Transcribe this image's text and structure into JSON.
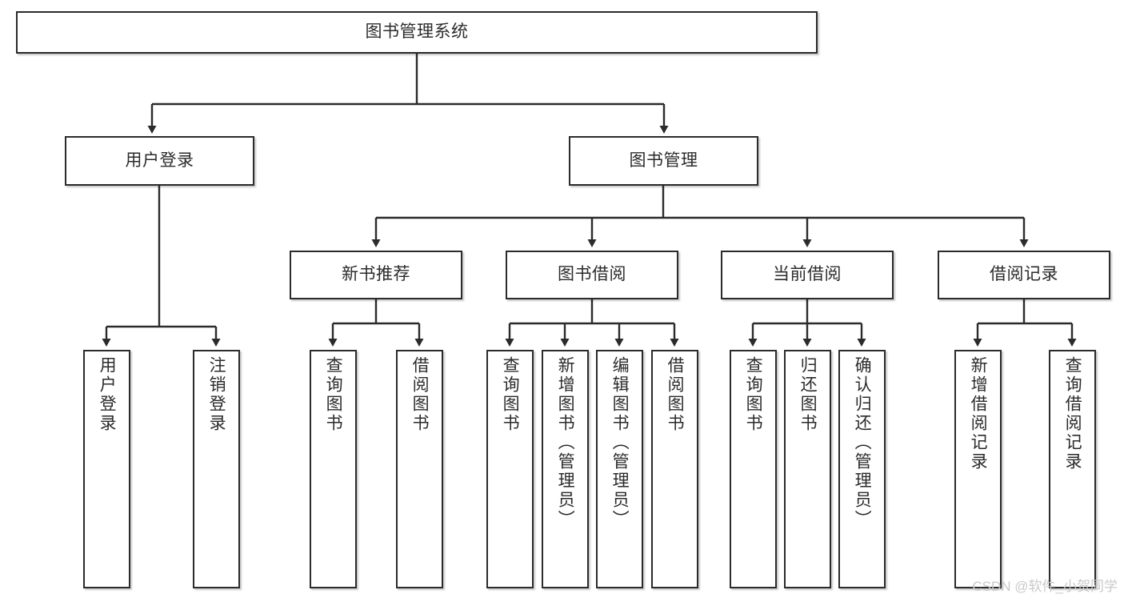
{
  "diagram": {
    "title": "图书管理系统",
    "type": "tree-hierarchy",
    "line_color": "#2b2b2b",
    "box_fill": "#ffffff",
    "text_color": "#2b2b2b"
  },
  "nodes": {
    "root": {
      "label": "图书管理系统"
    },
    "level2": [
      {
        "label": "用户登录"
      },
      {
        "label": "图书管理"
      }
    ],
    "level3": [
      {
        "label": "新书推荐"
      },
      {
        "label": "图书借阅"
      },
      {
        "label": "当前借阅"
      },
      {
        "label": "借阅记录"
      }
    ],
    "leaves": [
      {
        "label": "用户登录"
      },
      {
        "label": "注销登录"
      },
      {
        "label": "查询图书"
      },
      {
        "label": "借阅图书"
      },
      {
        "label": "查询图书"
      },
      {
        "label": "新增图书（管理员）"
      },
      {
        "label": "编辑图书（管理员）"
      },
      {
        "label": "借阅图书"
      },
      {
        "label": "查询图书"
      },
      {
        "label": "归还图书"
      },
      {
        "label": "确认归还（管理员）"
      },
      {
        "label": "新增借阅记录"
      },
      {
        "label": "查询借阅记录"
      }
    ]
  },
  "watermark": {
    "text": "CSDN @软件_小贺同学"
  }
}
